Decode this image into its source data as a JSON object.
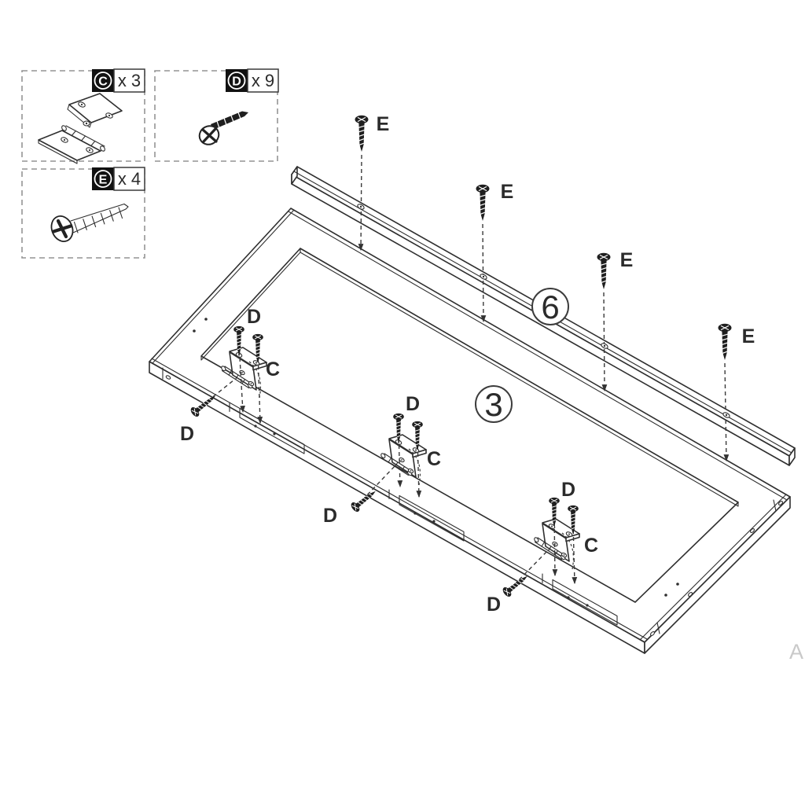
{
  "legend": {
    "items": [
      {
        "letter": "C",
        "count": "x 3",
        "part": "hinge"
      },
      {
        "letter": "D",
        "count": "x 9",
        "part": "short-screw"
      },
      {
        "letter": "E",
        "count": "x 4",
        "part": "long-screw"
      }
    ]
  },
  "callouts": {
    "screw_e": "E",
    "screw_d": "D",
    "hinge_c": "C",
    "part_rail": "6",
    "part_frame": "3"
  },
  "watermark": "A",
  "colors": {
    "line": "#2f2f2f",
    "label": "#2b2b2b",
    "watermark": "#c9c9c9",
    "screw_fill": "#1f1f1f"
  }
}
